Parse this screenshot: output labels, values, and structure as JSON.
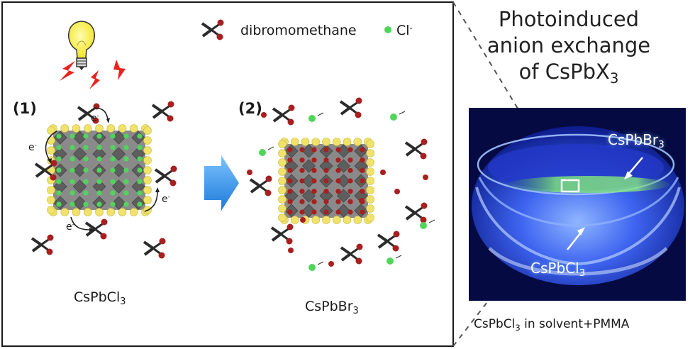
{
  "title_lines": [
    "Photoinduced",
    "anion exchange",
    "of CsPbX",
    "3"
  ],
  "legend": {
    "dibromomethane": "dibromomethane",
    "chloride_base": "Cl",
    "chloride_charge": "-"
  },
  "step1": {
    "label": "(1)",
    "compound": "CsPbCl",
    "sub": "3"
  },
  "step2": {
    "label": "(2)",
    "compound": "CsPbBr",
    "sub": "3"
  },
  "electron": {
    "base": "e",
    "charge": "-"
  },
  "photo": {
    "label_top": "CsPbBr",
    "label_top_sub": "3",
    "label_bottom": "CsPbCl",
    "label_bottom_sub": "3"
  },
  "caption": {
    "pre": "CsPbCl",
    "sub": "3",
    "post": " in solvent+PMMA"
  },
  "colors": {
    "green_ion": "#4fd65a",
    "bromine": "#a81f1f",
    "carbon": "#2b2b2b",
    "yellow_atom": "#f0e26a",
    "lead": "#7d7d7d",
    "arrow": "#2f8fe6",
    "bolt": "#e8231c",
    "bulb": "#f6ee3a"
  },
  "icons": [
    "light-bulb-icon",
    "lightning-bolt-icon",
    "right-arrow-icon",
    "dibromomethane-molecule-icon"
  ]
}
